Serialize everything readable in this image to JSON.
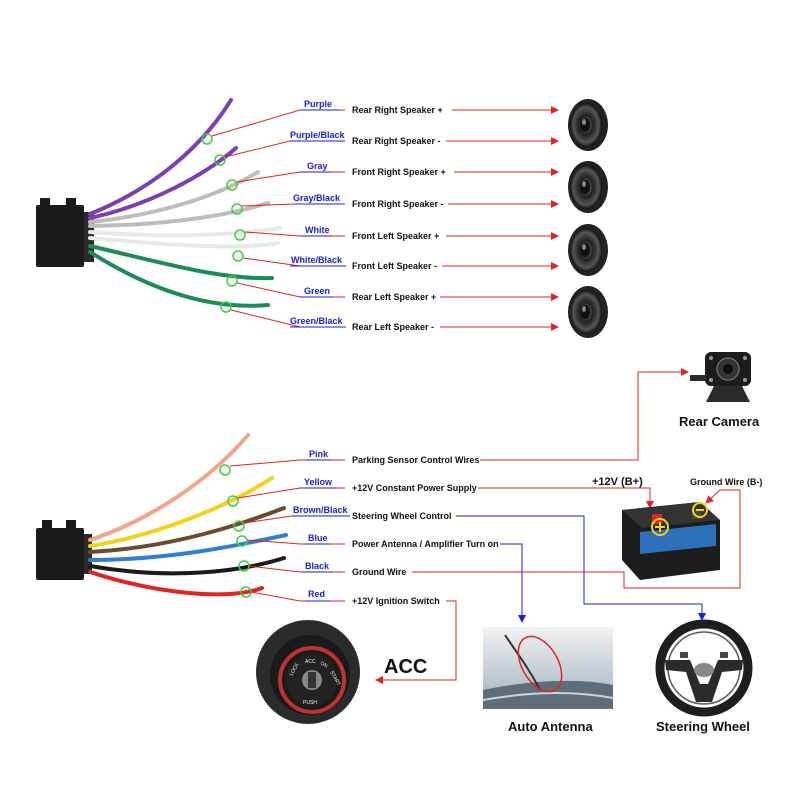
{
  "speaker_harness": {
    "wires": [
      {
        "color_label": "Purple",
        "function": "Rear Right Speaker +",
        "color": "#7b3fb0"
      },
      {
        "color_label": "Purple/Black",
        "function": "Rear Right Speaker -",
        "color": "#7b3fb0"
      },
      {
        "color_label": "Gray",
        "function": "Front Right Speaker +",
        "color": "#bdbdbd"
      },
      {
        "color_label": "Gray/Black",
        "function": "Front Right Speaker -",
        "color": "#bdbdbd"
      },
      {
        "color_label": "White",
        "function": "Front Left Speaker +",
        "color": "#eeeeee"
      },
      {
        "color_label": "White/Black",
        "function": "Front Left Speaker -",
        "color": "#eeeeee"
      },
      {
        "color_label": "Green",
        "function": "Rear Left Speaker +",
        "color": "#1d8a5a"
      },
      {
        "color_label": "Green/Black",
        "function": "Rear Left Speaker -",
        "color": "#1d8a5a"
      }
    ]
  },
  "power_harness": {
    "wires": [
      {
        "color_label": "Pink",
        "function": "Parking Sensor Control Wires",
        "color": "#f3a58c"
      },
      {
        "color_label": "Yellow",
        "function": "+12V Constant Power Supply",
        "color": "#f2d21c"
      },
      {
        "color_label": "Brown/Black",
        "function": "Steering Wheel Control",
        "color": "#6b4a2f"
      },
      {
        "color_label": "Blue",
        "function": "Power Antenna / Amplifier Turn on",
        "color": "#2f7fd1"
      },
      {
        "color_label": "Black",
        "function": "Ground Wire",
        "color": "#1a1a1a"
      },
      {
        "color_label": "Red",
        "function": "+12V  Ignition Switch",
        "color": "#e02323"
      }
    ]
  },
  "devices": {
    "rear_camera": "Rear Camera",
    "battery_positive": "+12V  (B+)",
    "ground": "Ground Wire (B-)",
    "acc": "ACC",
    "auto_antenna": "Auto Antenna",
    "steering_wheel": "Steering Wheel"
  },
  "ignition_key_text": {
    "lock": "LOCK",
    "acc": "ACC",
    "on": "ON",
    "start": "START",
    "push": "PUSH"
  },
  "colors": {
    "label_blue": "#1a22c8",
    "arrow_red": "#e02323",
    "arrow_blue": "#1a22c8",
    "marker_green": "#3fcf3f"
  }
}
